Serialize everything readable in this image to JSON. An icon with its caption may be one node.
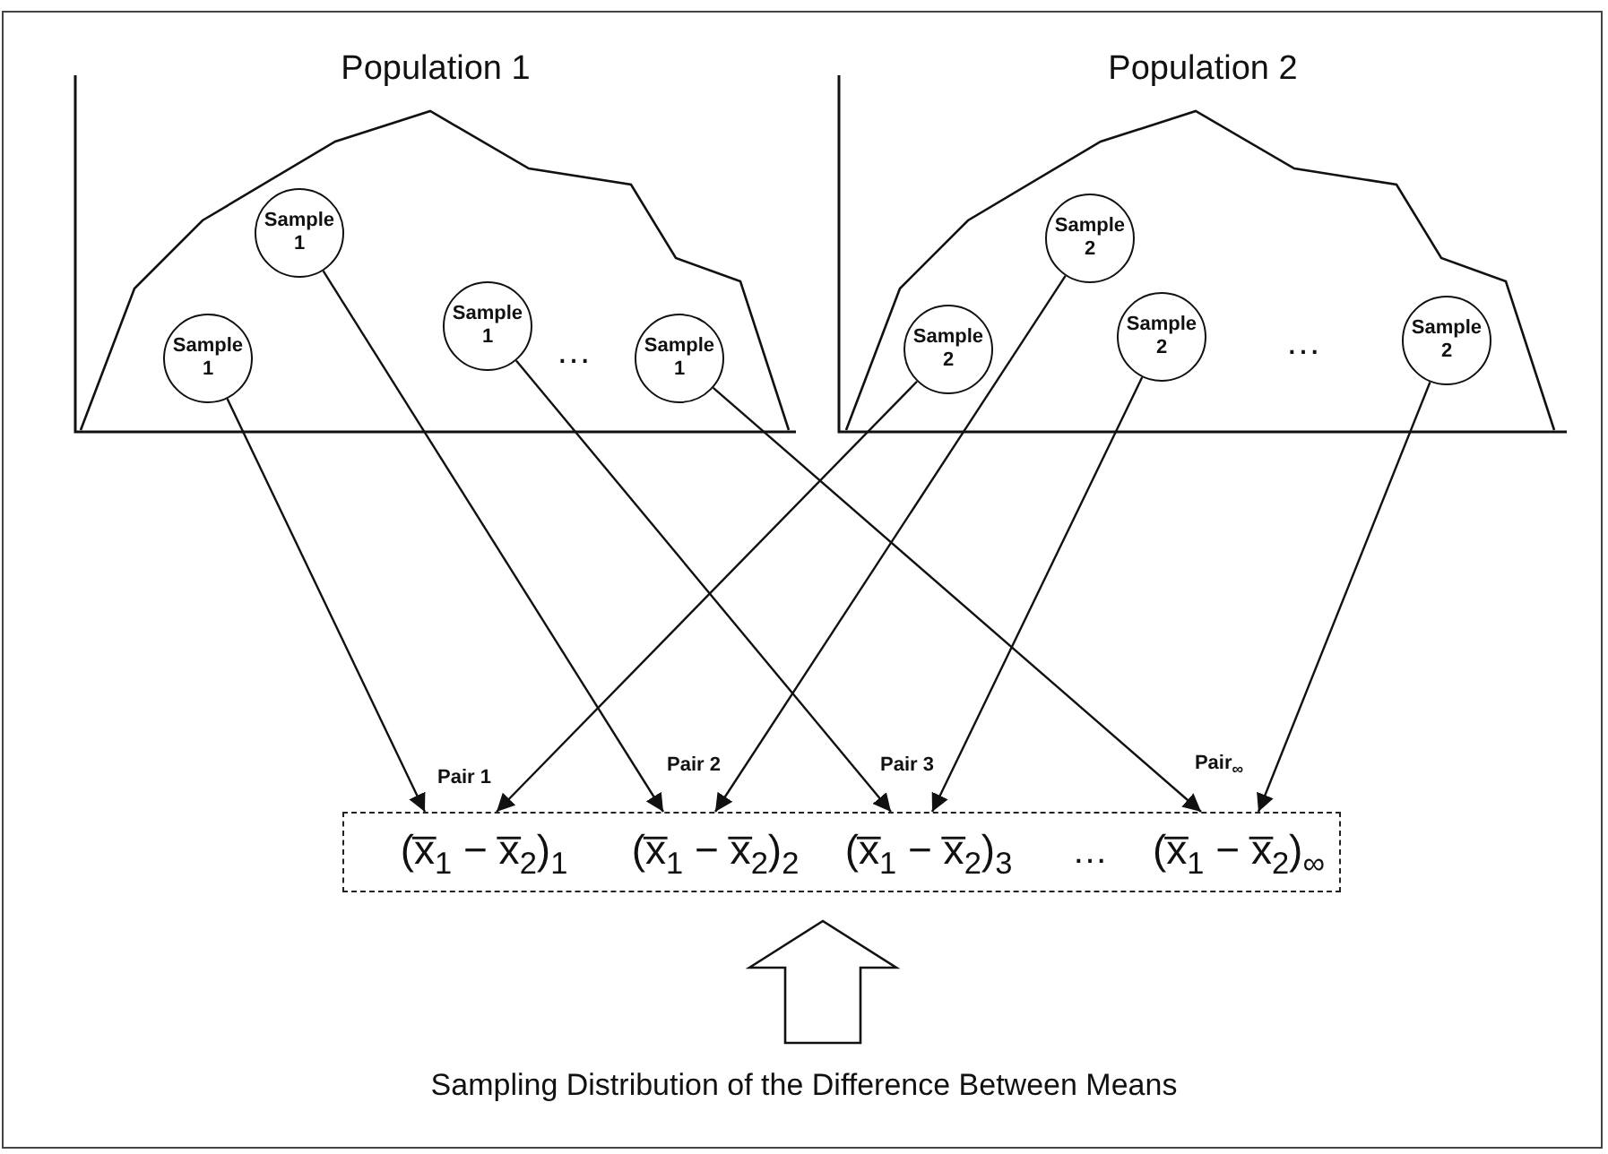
{
  "diagram": {
    "caption": "Sampling Distribution of the Difference Between Means",
    "nodes": [
      {
        "text": [
          "Population 1"
        ]
      },
      {
        "text": [
          "Sample 1"
        ],
        "in": 0
      },
      {
        "text": [
          "Sample 1"
        ],
        "in": 0
      },
      {
        "text": [
          "Sample 1"
        ],
        "in": 0
      },
      {
        "text": [
          "Sample 1"
        ],
        "in": 0
      },
      {
        "text": [
          "Population 2"
        ]
      },
      {
        "text": [
          "Sample 2"
        ],
        "in": 5
      },
      {
        "text": [
          "Sample 2"
        ],
        "in": 5
      },
      {
        "text": [
          "Sample 2"
        ],
        "in": 5
      },
      {
        "text": [
          "Sample 2"
        ],
        "in": 5
      },
      {
        "text": [],
        "shape": "box"
      },
      {
        "text": [
          "(x̅$_{1}$ − x̅$_{2}$)$_{1}$"
        ],
        "in": 10
      },
      {
        "text": [
          "(x̅$_{1}$ − x̅$_{2}$)$_{2}$"
        ],
        "in": 10
      },
      {
        "text": [
          "(x̅$_{1}$ − x̅$_{2}$)$_{3}$"
        ],
        "in": 10
      },
      {
        "text": [
          "(x̅$_{1}$ − x̅$_{2}$)$_{∞}$"
        ],
        "in": 10
      }
    ],
    "edges": [
      {
        "from": 1,
        "to": 11,
        "arrow": "to"
      },
      {
        "from": 2,
        "to": 12,
        "arrow": "to"
      },
      {
        "from": 3,
        "to": 13,
        "arrow": "to"
      },
      {
        "from": 4,
        "to": 14,
        "arrow": "to"
      },
      {
        "from": 6,
        "to": 11,
        "arrow": "to"
      },
      {
        "from": 7,
        "to": 12,
        "arrow": "to"
      },
      {
        "from": 8,
        "to": 13,
        "arrow": "to"
      },
      {
        "from": 9,
        "to": 14,
        "arrow": "to"
      },
      {
        "from": null,
        "to": 10,
        "arrow": "to",
        "style": "thick"
      }
    ],
    "labels": [
      "…",
      "…",
      "Pair 2",
      "Pair 3",
      "Pair$_{∞}$",
      "Pair 1",
      "…"
    ]
  }
}
